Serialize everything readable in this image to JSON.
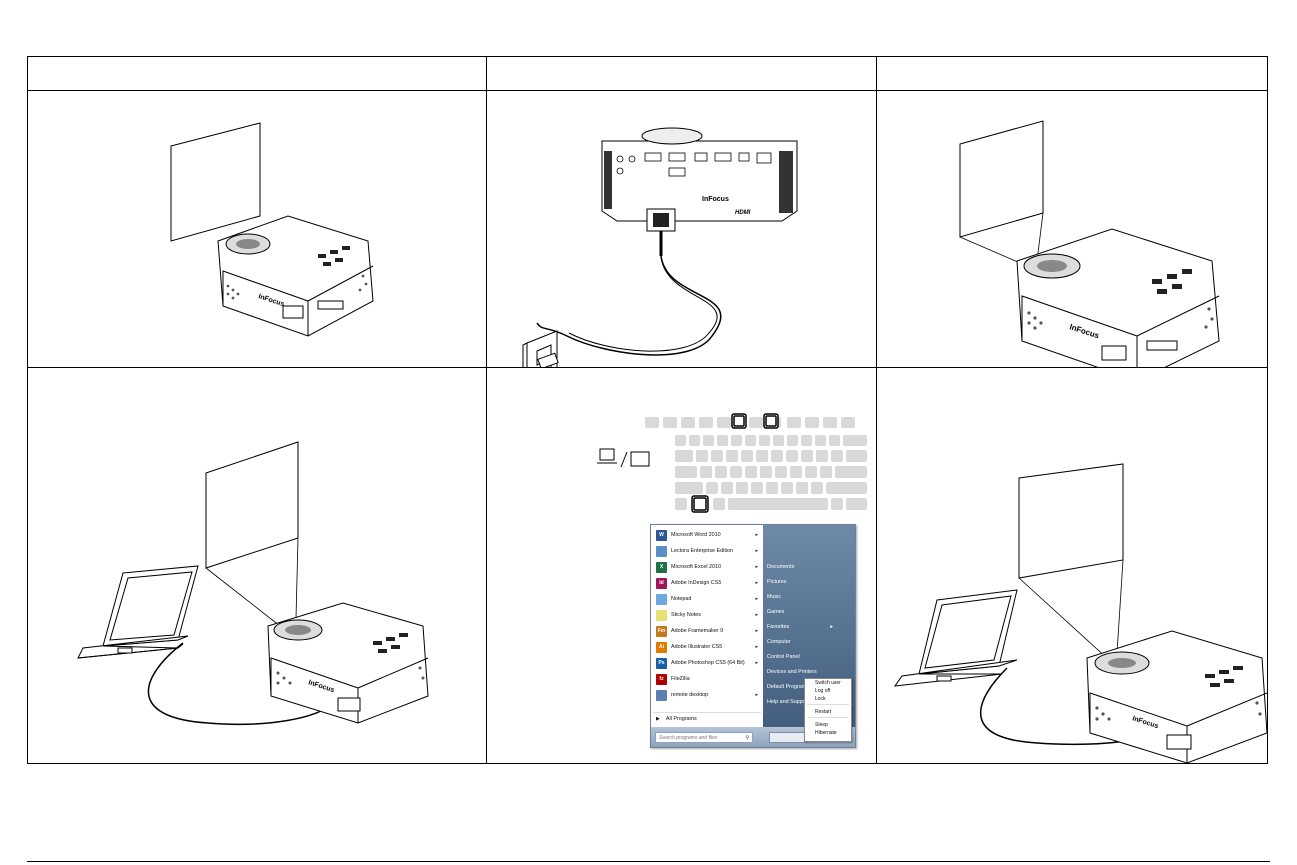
{
  "start_menu": {
    "programs": [
      {
        "label": "Microsoft Word 2010",
        "icon": "word-icon",
        "color": "#2b5797",
        "glyph": "W",
        "arrow": true
      },
      {
        "label": "Lectora Enterprise Edition",
        "icon": "lectora-icon",
        "color": "#5b8fc7",
        "glyph": "",
        "arrow": true
      },
      {
        "label": "Microsoft Excel 2010",
        "icon": "excel-icon",
        "color": "#1e7145",
        "glyph": "X",
        "arrow": true
      },
      {
        "label": "Adobe InDesign CS5",
        "icon": "indesign-icon",
        "color": "#a0155c",
        "glyph": "Id",
        "arrow": true
      },
      {
        "label": "Notepad",
        "icon": "notepad-icon",
        "color": "#6fa8dc",
        "glyph": "",
        "arrow": true
      },
      {
        "label": "Sticky Notes",
        "icon": "sticky-notes-icon",
        "color": "#e8e070",
        "glyph": "",
        "arrow": true
      },
      {
        "label": "Adobe Framemaker 9",
        "icon": "framemaker-icon",
        "color": "#c27a1a",
        "glyph": "Fm",
        "arrow": true
      },
      {
        "label": "Adobe Illustrator CS5",
        "icon": "illustrator-icon",
        "color": "#e07b00",
        "glyph": "Ai",
        "arrow": true
      },
      {
        "label": "Adobe Photoshop CS5 (64 Bit)",
        "icon": "photoshop-icon",
        "color": "#1b5ea8",
        "glyph": "Ps",
        "arrow": true
      },
      {
        "label": "FileZilla",
        "icon": "filezilla-icon",
        "color": "#b00000",
        "glyph": "fz",
        "arrow": false
      },
      {
        "label": "remote desktop",
        "icon": "remote-desktop-icon",
        "color": "#5a7fb0",
        "glyph": "",
        "arrow": true
      }
    ],
    "all_programs": "All Programs",
    "search_placeholder": "Search programs and files",
    "right_items": [
      {
        "label": "Documents",
        "arrow": false
      },
      {
        "label": "Pictures",
        "arrow": false
      },
      {
        "label": "Music",
        "arrow": false
      },
      {
        "label": "Games",
        "arrow": false
      },
      {
        "label": "Favorites",
        "arrow": true
      },
      {
        "label": "Computer",
        "arrow": false
      },
      {
        "label": "Control Panel",
        "arrow": false
      },
      {
        "label": "Devices and Printers",
        "arrow": false
      },
      {
        "label": "Default Programs",
        "arrow": false
      },
      {
        "label": "Help and Support",
        "arrow": false
      }
    ],
    "shutdown_submenu": [
      "Switch user",
      "Log off",
      "Lock",
      "Restart",
      "Sleep",
      "Hibernate"
    ]
  }
}
